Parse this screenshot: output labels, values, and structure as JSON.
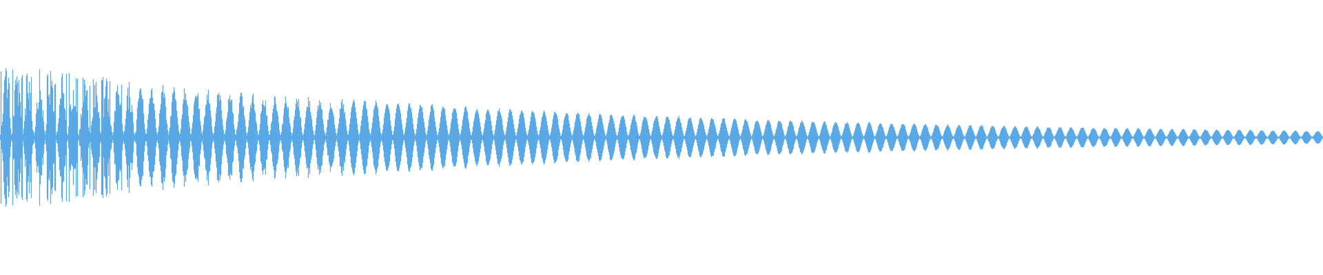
{
  "waveform": {
    "color": "#5aa9e6",
    "background": "#ffffff",
    "description_free": true,
    "envelope": {
      "initial_peak_amplitude": 0.97,
      "decay": "exponential",
      "final_amplitude": 0.09,
      "pulse_count": 118
    }
  }
}
